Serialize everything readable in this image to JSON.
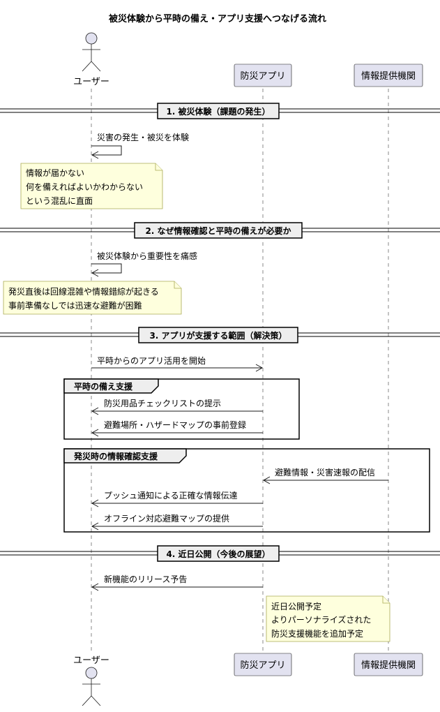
{
  "title": "被災体験から平時の備え・アプリ支援へつなげる流れ",
  "participants": {
    "user": "ユーザー",
    "app": "防災アプリ",
    "provider": "情報提供機関"
  },
  "dividers": [
    "1. 被災体験（課題の発生）",
    "2. なぜ情報確認と平時の備えが必要か",
    "3. アプリが支援する範囲（解決策）",
    "4. 近日公開（今後の展望）"
  ],
  "messages": {
    "m1": "災害の発生・被災を体験",
    "m2": "被災体験から重要性を痛感",
    "m3": "平時からのアプリ活用を開始",
    "m4": "防災用品チェックリストの提示",
    "m5": "避難場所・ハザードマップの事前登録",
    "m6": "避難情報・災害速報の配信",
    "m7": "プッシュ通知による正確な情報伝達",
    "m8": "オフライン対応避難マップの提供",
    "m9": "新機能のリリース予告"
  },
  "notes": {
    "n1": [
      "情報が届かない",
      "何を備えればよいかわからない",
      "という混乱に直面"
    ],
    "n2": [
      "発災直後は回線混雑や情報錯綜が起きる",
      "事前準備なしでは迅速な避難が困難"
    ],
    "n3": [
      "近日公開予定",
      "よりパーソナライズされた",
      "防災支援機能を追加予定"
    ]
  },
  "groups": {
    "g1": "平時の備え支援",
    "g2": "発災時の情報確認支援"
  }
}
